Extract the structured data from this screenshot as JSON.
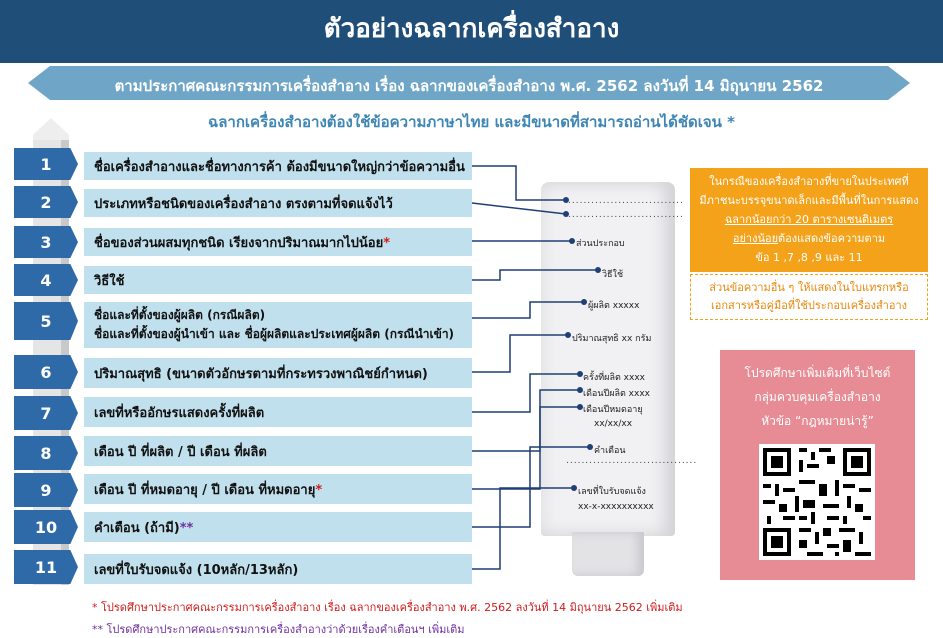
{
  "header": {
    "title": "ตัวอย่างฉลากเครื่องสำอาง"
  },
  "ribbon": {
    "text": "ตามประกาศคณะกรรมการเครื่องสำอาง เรื่อง  ฉลากของเครื่องสำอาง พ.ศ. 2562 ลงวันที่ 14 มิถุนายน 2562"
  },
  "subtitle": "ฉลากเครื่องสำอางต้องใช้ข้อความภาษาไทย และมีขนาดที่สามารถอ่านได้ชัดเจน *",
  "items": [
    {
      "num": "1",
      "text": "ชื่อเครื่องสำอางและชื่อทางการค้า ต้องมีขนาดใหญ่กว่าข้อความอื่น"
    },
    {
      "num": "2",
      "text": "ประเภทหรือชนิดของเครื่องสำอาง ตรงตามที่จดแจ้งไว้"
    },
    {
      "num": "3",
      "text": "ชื่อของส่วนผสมทุกชนิด เรียงจากปริมาณมากไปน้อย",
      "mark": "*"
    },
    {
      "num": "4",
      "text": "วิธีใช้"
    },
    {
      "num": "5",
      "text": "ชื่อและที่ตั้งของผู้ผลิต (กรณีผลิต)",
      "text2": "ชื่อและที่ตั้งของผู้นำเข้า และ ชื่อผู้ผลิตและประเทศผู้ผลิต (กรณีนำเข้า)"
    },
    {
      "num": "6",
      "text": "ปริมาณสุทธิ (ขนาดตัวอักษรตามที่กระทรวงพาณิชย์กำหนด)"
    },
    {
      "num": "7",
      "text": "เลขที่หรืออักษรแสดงครั้งที่ผลิต"
    },
    {
      "num": "8",
      "text": "เดือน ปี ที่ผลิต / ปี เดือน ที่ผลิต"
    },
    {
      "num": "9",
      "text": "เดือน ปี ที่หมดอายุ / ปี เดือน ที่หมดอายุ",
      "mark": "*"
    },
    {
      "num": "10",
      "text": "คำเตือน (ถ้ามี)",
      "dmark": "**"
    },
    {
      "num": "11",
      "text": "เลขที่ใบรับจดแจ้ง (10หลัก/13หลัก)"
    }
  ],
  "tube": {
    "dots1": "..............................",
    "dots2": "..............................",
    "ingredients": "ส่วนประกอบ",
    "usage": "วิธีใช้",
    "manufacturer": "ผู้ผลิต xxxxx",
    "net": "ปริมาณสุทธิ xx กรัม",
    "lot": "ครั้งที่ผลิต xxxx",
    "mfg": "เดือนปีผลิต xxxx",
    "exp": "เดือนปีหมดอายุ",
    "exp_val": "xx/xx/xx",
    "warning": "คำเตือน",
    "warn_dots": "..................................",
    "notif": "เลขที่ใบรับจดแจ้ง",
    "notif_val": "xx-x-xxxxxxxxxx"
  },
  "orange_box": {
    "line1": "ในกรณีของเครื่องสำอางที่ขายในประเทศที่",
    "line2": "มีภาชนะบรรจุขนาดเล็กและมีพื้นที่ในการแสดง",
    "line3": "ฉลากน้อยกว่า 20 ตารางเซนติเมตร",
    "line4a": "อย่างน้อย",
    "line4b": "ต้องแสดงข้อความตาม",
    "line5": "ข้อ 1 ,7 ,8 ,9 และ 11"
  },
  "dashed_box": {
    "line1": "ส่วนข้อความอื่น ๆ ให้แสดงในใบแทรกหรือ",
    "line2": "เอกสารหรือคู่มือที่ใช้ประกอบเครื่องสำอาง"
  },
  "pink_box": {
    "line1": "โปรดศึกษาเพิ่มเติมที่เว็บไซต์",
    "line2": "กลุ่มควบคุมเครื่องสำอาง",
    "line3": "หัวข้อ “กฎหมายน่ารู้”"
  },
  "notes": {
    "note1": "* โปรดศึกษาประกาศคณะกรรมการเครื่องสำอาง เรื่อง  ฉลากของเครื่องสำอาง พ.ศ. 2562 ลงวันที่ 14 มิถุนายน 2562 เพิ่มเติม",
    "note2": "** โปรดศึกษาประกาศคณะกรรมการเครื่องสำอางว่าด้วยเรื่องคำเตือนฯ เพิ่มเติม"
  },
  "colors": {
    "header": "#1f4e79",
    "ribbon": "#6fa5c7",
    "num_block": "#2f6aa8",
    "bar": "#c1e0ee",
    "orange": "#f5a21b",
    "pink": "#e78c95",
    "connector": "#1f3f75"
  }
}
